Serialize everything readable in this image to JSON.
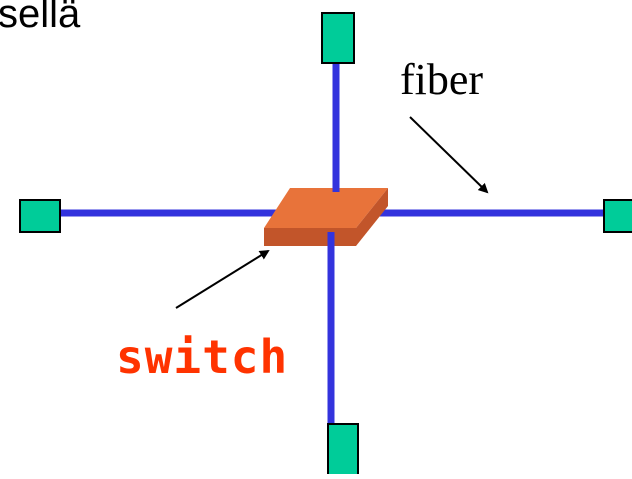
{
  "texts": {
    "top_fragment": "sellä",
    "fiber_label": "fiber",
    "switch_label": "switch"
  },
  "colors": {
    "cable": "#3333dd",
    "node": "#00cc99",
    "node_border": "#000000",
    "switch_top": "#e8733a",
    "switch_side": "#c2552a",
    "switch_label": "#ff3300",
    "arrow": "#000000"
  }
}
